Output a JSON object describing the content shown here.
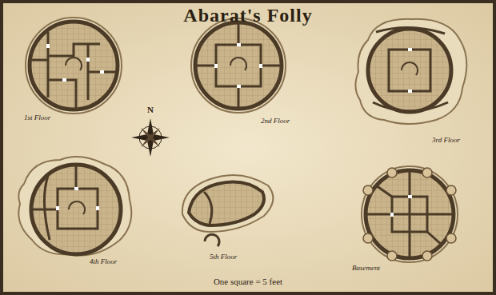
{
  "diagram": {
    "title": "Abarat's Folly",
    "labels": [
      "1st Floor",
      "2nd Floor",
      "3rd Floor",
      "N",
      "4th Floor",
      "5th Floor",
      "Basement",
      "One square = 5 feet"
    ]
  }
}
